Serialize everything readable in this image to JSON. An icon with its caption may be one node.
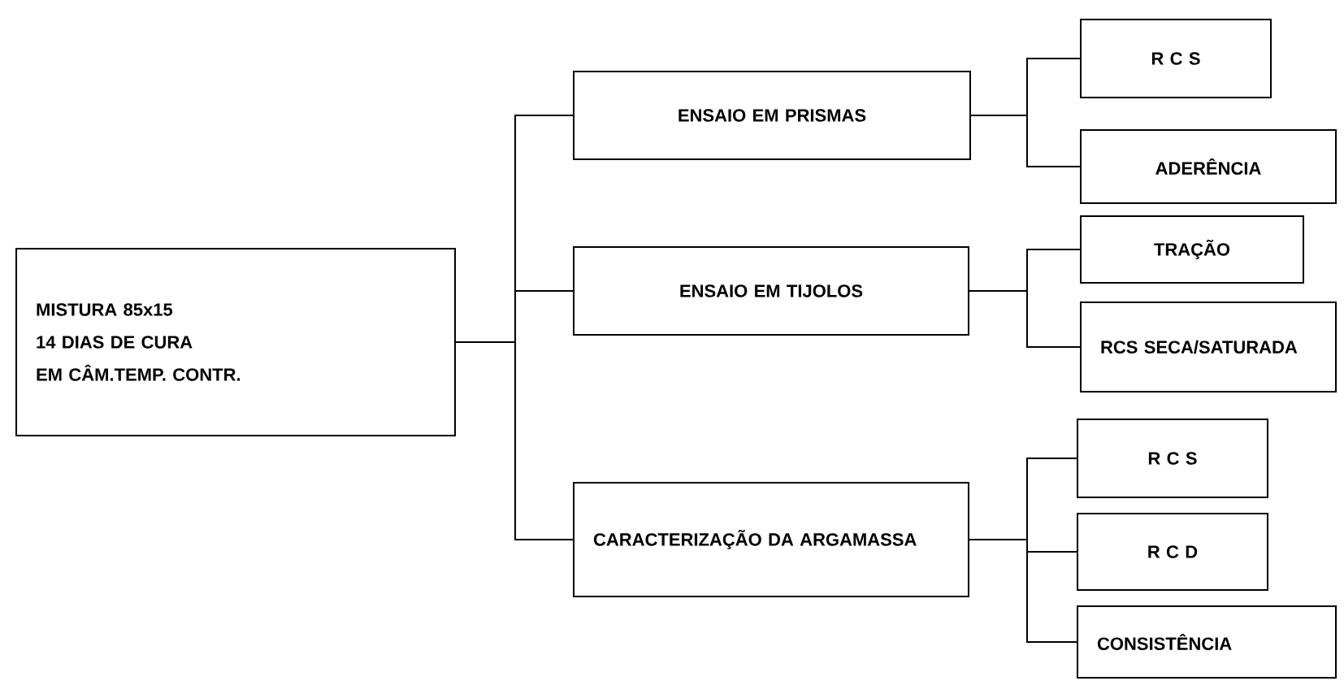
{
  "diagram": {
    "nodes": [
      {
        "text": [
          "MISTURA 85x15",
          "14 DIAS DE CURA",
          "EM CÂM.TEMP. CONTR."
        ]
      },
      {
        "text": [
          "ENSAIO EM PRISMAS"
        ]
      },
      {
        "text": [
          "ENSAIO EM TIJOLOS"
        ]
      },
      {
        "text": [
          "CARACTERIZAÇÃO DA ARGAMASSA"
        ]
      },
      {
        "text": [
          "R C S"
        ]
      },
      {
        "text": [
          "ADERÊNCIA"
        ]
      },
      {
        "text": [
          "TRAÇÃO"
        ]
      },
      {
        "text": [
          "RCS SECA/SATURADA"
        ]
      },
      {
        "text": [
          "R C S"
        ]
      },
      {
        "text": [
          "R C D"
        ]
      },
      {
        "text": [
          "CONSISTÊNCIA"
        ]
      }
    ],
    "edges": [
      {
        "from": 0,
        "to": 1,
        "arrow": "none"
      },
      {
        "from": 0,
        "to": 2,
        "arrow": "none"
      },
      {
        "from": 0,
        "to": 3,
        "arrow": "none"
      },
      {
        "from": 1,
        "to": 4,
        "arrow": "none"
      },
      {
        "from": 1,
        "to": 5,
        "arrow": "none"
      },
      {
        "from": 2,
        "to": 6,
        "arrow": "none"
      },
      {
        "from": 2,
        "to": 7,
        "arrow": "none"
      },
      {
        "from": 3,
        "to": 8,
        "arrow": "none"
      },
      {
        "from": 3,
        "to": 9,
        "arrow": "none"
      },
      {
        "from": 3,
        "to": 10,
        "arrow": "none"
      }
    ]
  }
}
